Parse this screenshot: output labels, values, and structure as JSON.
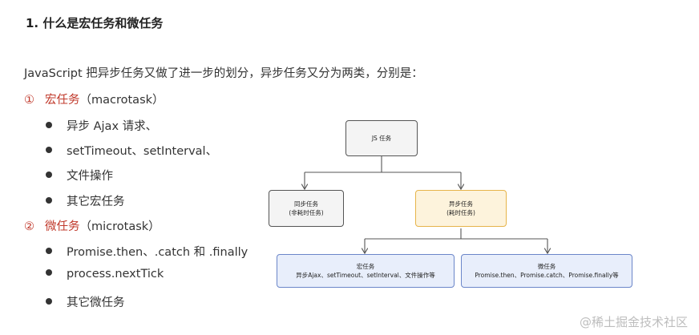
{
  "heading": "1. 什么是宏任务和微任务",
  "intro": "JavaScript 把异步任务又做了进一步的划分，异步任务又分为两类，分别是：",
  "sections": [
    {
      "number": "①",
      "term": "宏任务",
      "english": "（macrotask）",
      "items": [
        "异步 Ajax 请求、",
        "setTimeout、setInterval、",
        "文件操作",
        "其它宏任务"
      ]
    },
    {
      "number": "②",
      "term": "微任务",
      "english": "（microtask）",
      "items": [
        "Promise.then、.catch 和 .finally",
        "process.nextTick",
        "其它微任务"
      ]
    }
  ],
  "diagram": {
    "root": "JS 任务",
    "sync": {
      "line1": "同步任务",
      "line2": "(非耗时任务)"
    },
    "async": {
      "line1": "异步任务",
      "line2": "(耗时任务)"
    },
    "macro": {
      "line1": "宏任务",
      "line2": "异步Ajax、setTimeout、setInterval、文件操作等"
    },
    "micro": {
      "line1": "微任务",
      "line2": "Promise.then、Promise.catch、Promise.finally等"
    }
  },
  "watermark": "@稀土掘金技术社区",
  "colors": {
    "accent_red": "#c0392b",
    "async_fill": "#fdf3dc",
    "async_border": "#e6b44a",
    "blue_fill": "#e8eefb",
    "blue_border": "#6b86c9"
  }
}
